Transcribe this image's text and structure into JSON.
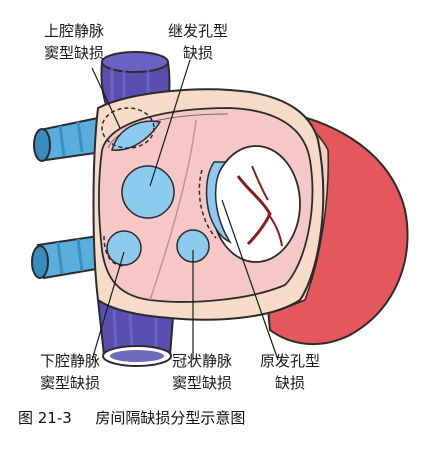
{
  "labels": {
    "svc_sinus": [
      "上腔静脉",
      "窦型缺损"
    ],
    "secundum": [
      "继发孔型",
      "缺损"
    ],
    "ivc_sinus": [
      "下腔静脉",
      "窦型缺损"
    ],
    "coronary_sinus": [
      "冠状静脉",
      "窦型缺损"
    ],
    "primum": [
      "原发孔型",
      "缺损"
    ]
  },
  "caption": {
    "number": "图 21-3",
    "title": "房间隔缺损分型示意图"
  },
  "colors": {
    "vein_blue": "#5aaedc",
    "vena_cava_purple": "#5a4fb0",
    "heart_red": "#e4575d",
    "atrium_pink": "#f5c7c6",
    "defect_blue": "#8ccbed",
    "skin": "#f6dcc8"
  }
}
